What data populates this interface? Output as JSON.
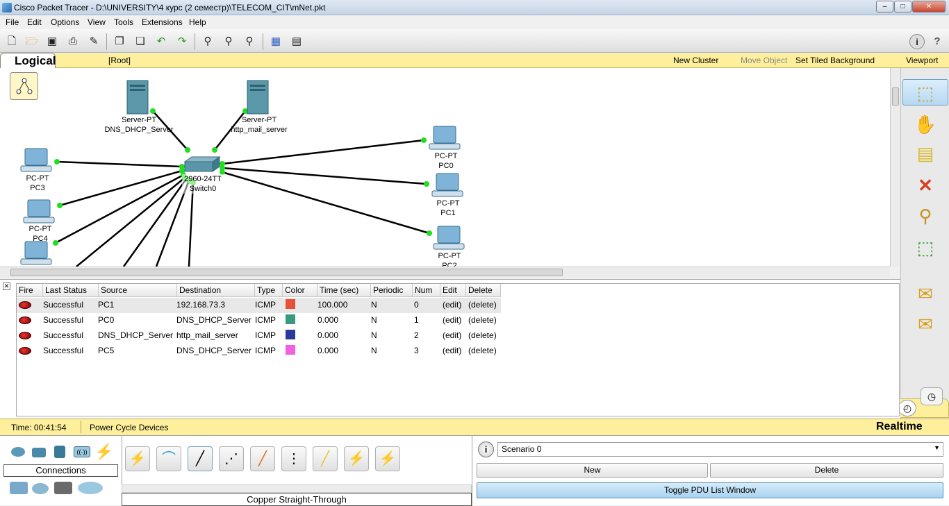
{
  "window": {
    "title": "Cisco Packet Tracer - D:\\UNIVERSITY\\4 курс (2 семестр)\\TELECOM_CIT\\mNet.pkt",
    "min": "–",
    "max": "□",
    "close": "✕"
  },
  "menu": [
    "File",
    "Edit",
    "Options",
    "View",
    "Tools",
    "Extensions",
    "Help"
  ],
  "workspace": {
    "tab": "Logical",
    "root": "[Root]",
    "new_cluster": "New Cluster",
    "move_object": "Move Object",
    "set_tiled_bg": "Set Tiled Background",
    "viewport": "Viewport"
  },
  "nodes": {
    "server1": {
      "type": "Server-PT",
      "name": "DNS_DHCP_Server"
    },
    "server2": {
      "type": "Server-PT",
      "name": "http_mail_server"
    },
    "switch": {
      "type": "2960-24TT",
      "name": "Switch0"
    },
    "pc0": {
      "type": "PC-PT",
      "name": "PC0"
    },
    "pc1": {
      "type": "PC-PT",
      "name": "PC1"
    },
    "pc2": {
      "type": "PC-PT",
      "name": "PC2"
    },
    "pc3": {
      "type": "PC-PT",
      "name": "PC3"
    },
    "pc4": {
      "type": "PC-PT",
      "name": "PC4"
    }
  },
  "pdu": {
    "headers": [
      "Fire",
      "Last Status",
      "Source",
      "Destination",
      "Type",
      "Color",
      "Time (sec)",
      "Periodic",
      "Num",
      "Edit",
      "Delete"
    ],
    "rows": [
      {
        "status": "Successful",
        "source": "PC1",
        "dest": "192.168.73.3",
        "type": "ICMP",
        "color": "#e8503a",
        "time": "100.000",
        "periodic": "N",
        "num": "0",
        "edit": "(edit)",
        "delete": "(delete)"
      },
      {
        "status": "Successful",
        "source": "PC0",
        "dest": "DNS_DHCP_Server",
        "type": "ICMP",
        "color": "#3a9a80",
        "time": "0.000",
        "periodic": "N",
        "num": "1",
        "edit": "(edit)",
        "delete": "(delete)"
      },
      {
        "status": "Successful",
        "source": "DNS_DHCP_Server",
        "dest": "http_mail_server",
        "type": "ICMP",
        "color": "#2a3a9a",
        "time": "0.000",
        "periodic": "N",
        "num": "2",
        "edit": "(edit)",
        "delete": "(delete)"
      },
      {
        "status": "Successful",
        "source": "PC5",
        "dest": "DNS_DHCP_Server",
        "type": "ICMP",
        "color": "#f060e0",
        "time": "0.000",
        "periodic": "N",
        "num": "3",
        "edit": "(edit)",
        "delete": "(delete)"
      }
    ]
  },
  "status": {
    "time": "Time: 00:41:54",
    "power": "Power Cycle Devices",
    "mode": "Realtime"
  },
  "bottom": {
    "category": "Connections",
    "selected_conn": "Copper Straight-Through",
    "scenario": "Scenario 0",
    "new": "New",
    "delete": "Delete",
    "toggle": "Toggle PDU List Window"
  },
  "icons": {
    "new": "new-file-icon",
    "open": "open-folder-icon",
    "save": "save-icon",
    "print": "print-icon",
    "wizard": "activity-wizard-icon",
    "copy": "copy-icon",
    "paste": "paste-icon",
    "undo": "undo-icon",
    "redo": "redo-icon",
    "zoom_in": "zoom-in-icon",
    "zoom_reset": "zoom-reset-icon",
    "zoom_out": "zoom-out-icon",
    "palette": "palette-icon",
    "device_template": "custom-device-icon",
    "info": "info-icon",
    "help": "help-icon"
  }
}
